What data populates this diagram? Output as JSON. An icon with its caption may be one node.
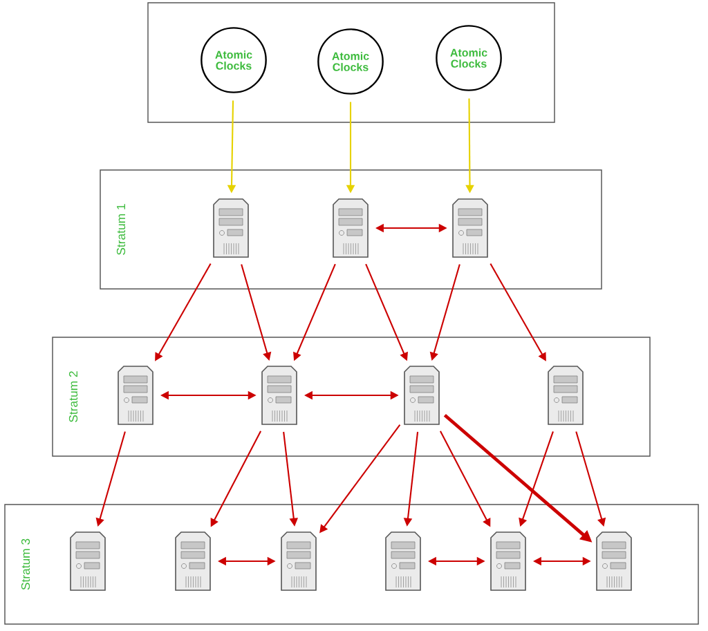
{
  "diagram": {
    "nodes": [
      {
        "text": [],
        "shape": "box"
      },
      {
        "text": [
          "Atomic Clocks"
        ],
        "in": 0
      },
      {
        "text": [
          "Atomic Clocks"
        ],
        "in": 0
      },
      {
        "text": [
          "Atomic Clocks"
        ],
        "in": 0
      },
      {
        "text": [
          "Stratum 1"
        ]
      },
      {
        "text": [],
        "shape": "picture",
        "in": 4
      },
      {
        "text": [],
        "shape": "picture",
        "in": 4
      },
      {
        "text": [],
        "shape": "picture",
        "in": 4
      },
      {
        "text": [
          "Stratum 2"
        ]
      },
      {
        "text": [],
        "shape": "picture",
        "in": 8
      },
      {
        "text": [],
        "shape": "picture",
        "in": 8
      },
      {
        "text": [],
        "shape": "picture",
        "in": 8
      },
      {
        "text": [],
        "shape": "picture",
        "in": 8
      },
      {
        "text": [
          "Stratum 3"
        ]
      },
      {
        "text": [],
        "shape": "picture",
        "in": 13
      },
      {
        "text": [],
        "shape": "picture",
        "in": 13
      },
      {
        "text": [],
        "shape": "picture",
        "in": 13
      },
      {
        "text": [],
        "shape": "picture",
        "in": 13
      },
      {
        "text": [],
        "shape": "picture",
        "in": 13
      },
      {
        "text": [],
        "shape": "picture",
        "in": 13
      }
    ],
    "edges": [
      {
        "from": 1,
        "to": 5,
        "arrow": "to",
        "color": "#e6d200"
      },
      {
        "from": 2,
        "to": 6,
        "arrow": "to",
        "color": "#e6d200"
      },
      {
        "from": 3,
        "to": 7,
        "arrow": "to",
        "color": "#e6d200"
      },
      {
        "from": 6,
        "to": 7,
        "arrow": "both"
      },
      {
        "from": 5,
        "to": 9,
        "arrow": "to"
      },
      {
        "from": 5,
        "to": 10,
        "arrow": "to"
      },
      {
        "from": 6,
        "to": 10,
        "arrow": "to"
      },
      {
        "from": 6,
        "to": 11,
        "arrow": "to"
      },
      {
        "from": 7,
        "to": 11,
        "arrow": "to"
      },
      {
        "from": 7,
        "to": 12,
        "arrow": "to"
      },
      {
        "from": 9,
        "to": 10,
        "arrow": "both"
      },
      {
        "from": 10,
        "to": 11,
        "arrow": "both"
      },
      {
        "from": 9,
        "to": 14,
        "arrow": "to"
      },
      {
        "from": 10,
        "to": 15,
        "arrow": "to"
      },
      {
        "from": 10,
        "to": 16,
        "arrow": "to"
      },
      {
        "from": 11,
        "to": 16,
        "arrow": "to"
      },
      {
        "from": 11,
        "to": 17,
        "arrow": "to"
      },
      {
        "from": 11,
        "to": 18,
        "arrow": "to"
      },
      {
        "from": 11,
        "to": 19,
        "arrow": "to",
        "style": "thick"
      },
      {
        "from": 12,
        "to": 18,
        "arrow": "to"
      },
      {
        "from": 12,
        "to": 19,
        "arrow": "to"
      },
      {
        "from": 15,
        "to": 16,
        "arrow": "both"
      },
      {
        "from": 17,
        "to": 18,
        "arrow": "both"
      },
      {
        "from": 18,
        "to": 19,
        "arrow": "both"
      }
    ]
  }
}
